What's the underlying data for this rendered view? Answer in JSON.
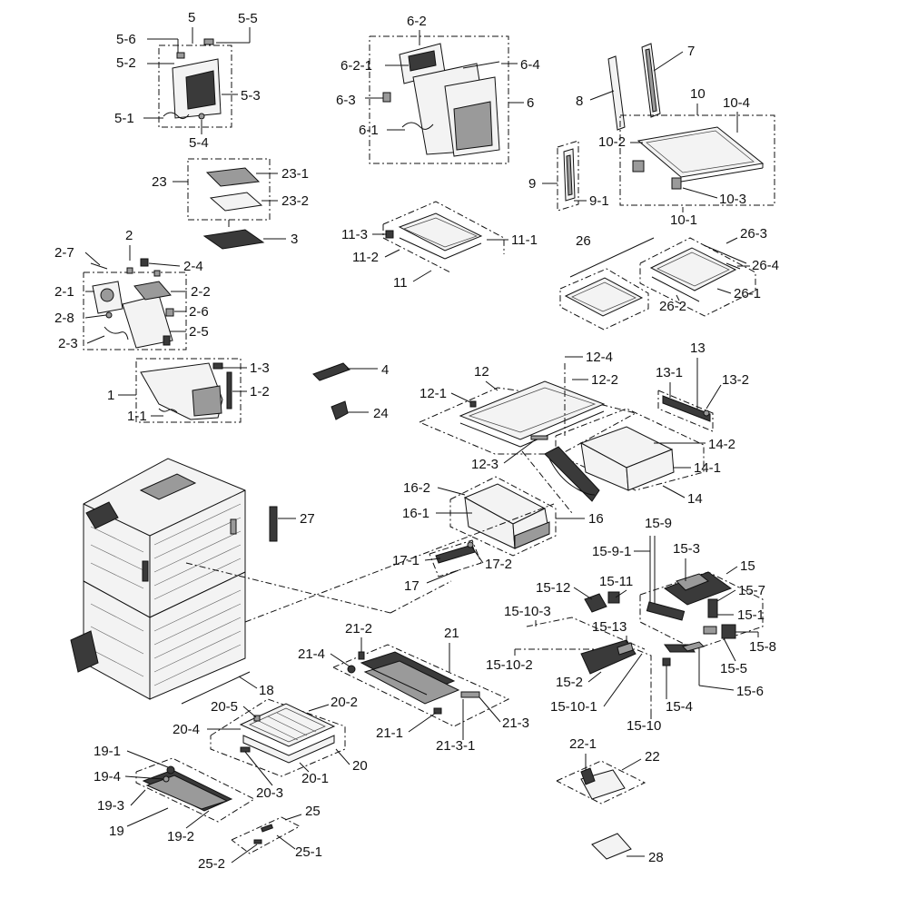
{
  "labels": {
    "l5": "5",
    "l5_5": "5-5",
    "l5_6": "5-6",
    "l5_2": "5-2",
    "l5_3": "5-3",
    "l5_1": "5-1",
    "l5_4": "5-4",
    "l6_2": "6-2",
    "l6_2_1": "6-2-1",
    "l6_4": "6-4",
    "l6_3": "6-3",
    "l6": "6",
    "l6_1": "6-1",
    "l7": "7",
    "l8": "8",
    "l10": "10",
    "l10_4": "10-4",
    "l10_2": "10-2",
    "l9": "9",
    "l9_1": "9-1",
    "l10_3": "10-3",
    "l10_1": "10-1",
    "l23": "23",
    "l23_1": "23-1",
    "l23_2": "23-2",
    "l3": "3",
    "l11_3": "11-3",
    "l11_1": "11-1",
    "l11_2": "11-2",
    "l11": "11",
    "l26": "26",
    "l26_3": "26-3",
    "l26_4": "26-4",
    "l26_1": "26-1",
    "l26_2": "26-2",
    "l2": "2",
    "l2_7": "2-7",
    "l2_4": "2-4",
    "l2_1": "2-1",
    "l2_2": "2-2",
    "l2_8": "2-8",
    "l2_6": "2-6",
    "l2_5": "2-5",
    "l2_3": "2-3",
    "l1_3": "1-3",
    "l1": "1",
    "l1_2": "1-2",
    "l1_1": "1-1",
    "l4": "4",
    "l24": "24",
    "l12": "12",
    "l12_4": "12-4",
    "l12_2": "12-2",
    "l12_1": "12-1",
    "l12_3": "12-3",
    "l13": "13",
    "l13_1": "13-1",
    "l13_2": "13-2",
    "l14_2": "14-2",
    "l14_1": "14-1",
    "l14": "14",
    "l16_2": "16-2",
    "l16_1": "16-1",
    "l16": "16",
    "l27": "27",
    "l17_1": "17-1",
    "l17_2": "17-2",
    "l17": "17",
    "l15_9": "15-9",
    "l15_9_1": "15-9-1",
    "l15_3": "15-3",
    "l15": "15",
    "l15_12": "15-12",
    "l15_11": "15-11",
    "l15_7": "15-7",
    "l15_10_3": "15-10-3",
    "l15_1": "15-1",
    "l15_13": "15-13",
    "l15_8": "15-8",
    "l15_10_2": "15-10-2",
    "l15_5": "15-5",
    "l15_2": "15-2",
    "l15_6": "15-6",
    "l15_10_1": "15-10-1",
    "l15_4": "15-4",
    "l15_10": "15-10",
    "l21_2": "21-2",
    "l21": "21",
    "l21_4": "21-4",
    "l18": "18",
    "l21_3": "21-3",
    "l21_1": "21-1",
    "l21_3_1": "21-3-1",
    "l20_5": "20-5",
    "l20_2": "20-2",
    "l20_4": "20-4",
    "l20": "20",
    "l20_1": "20-1",
    "l20_3": "20-3",
    "l19_1": "19-1",
    "l19_4": "19-4",
    "l19_3": "19-3",
    "l19": "19",
    "l19_2": "19-2",
    "l22_1": "22-1",
    "l22": "22",
    "l25": "25",
    "l25_1": "25-1",
    "l25_2": "25-2",
    "l28": "28"
  }
}
